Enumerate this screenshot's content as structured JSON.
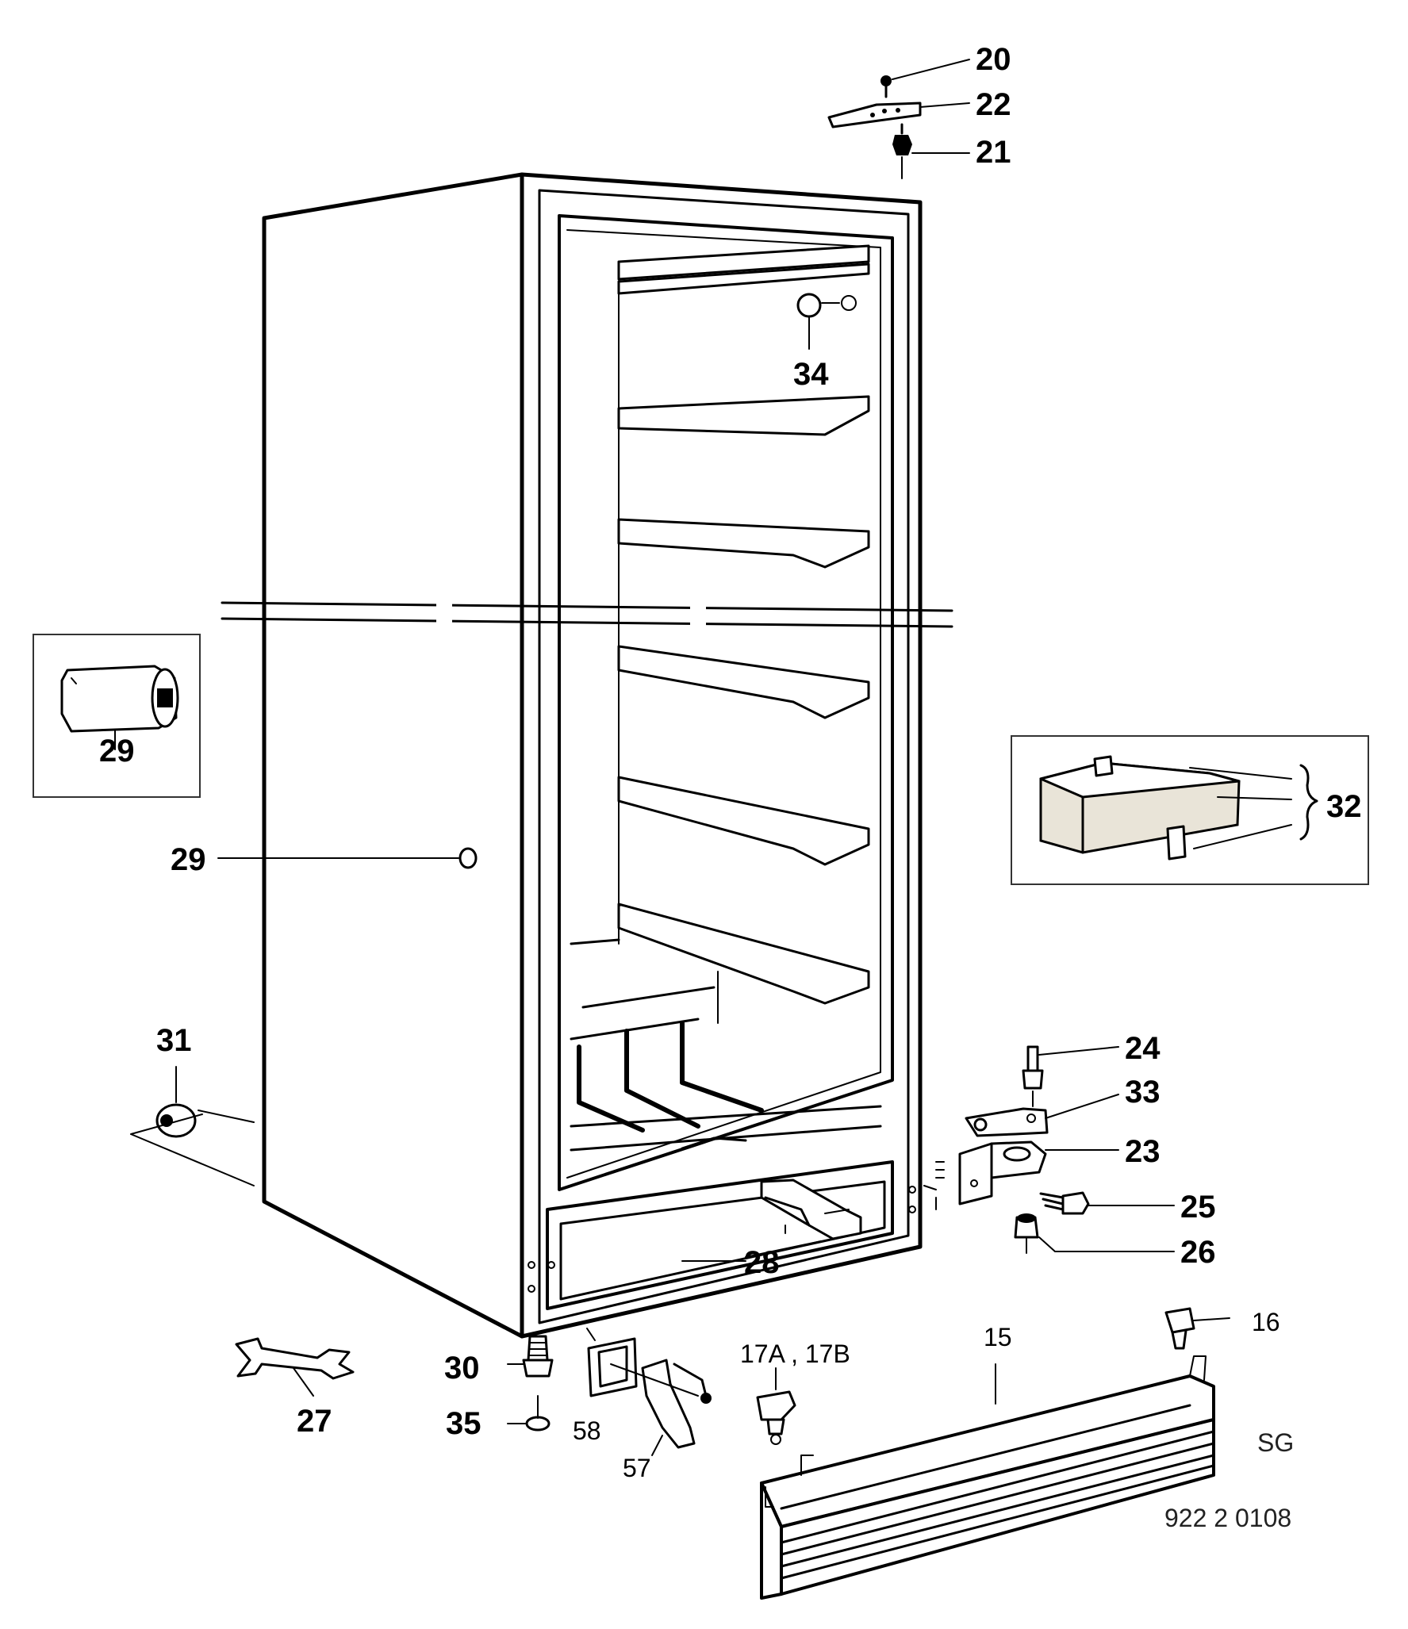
{
  "callouts": {
    "c15": "15",
    "c16": "16",
    "c17": "17A , 17B",
    "c20": "20",
    "c21": "21",
    "c22": "22",
    "c23": "23",
    "c24": "24",
    "c25": "25",
    "c26": "26",
    "c27": "27",
    "c28": "28",
    "c29a": "29",
    "c29b": "29",
    "c30": "30",
    "c31": "31",
    "c32": "32",
    "c33": "33",
    "c34": "34",
    "c35": "35",
    "c57": "57",
    "c58": "58"
  },
  "corner_code": "SG",
  "drawing_number": "922 2 0108"
}
